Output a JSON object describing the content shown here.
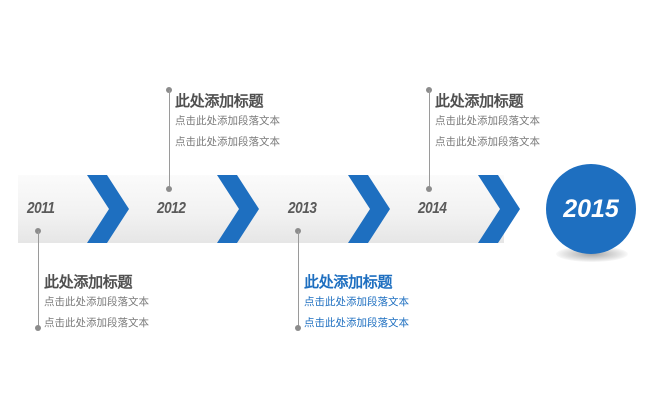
{
  "timeline": {
    "years": [
      "2011",
      "2012",
      "2013",
      "2014"
    ],
    "final_year": "2015",
    "accent_color": "#1e6fc0",
    "text_color": "#505050"
  },
  "items": [
    {
      "year": "2011",
      "position": "below",
      "title": "此处添加标题",
      "lines": [
        "点击此处添加段落文本",
        "点击此处添加段落文本"
      ],
      "highlight": false
    },
    {
      "year": "2012",
      "position": "above",
      "title": "此处添加标题",
      "lines": [
        "点击此处添加段落文本",
        "点击此处添加段落文本"
      ],
      "highlight": false
    },
    {
      "year": "2013",
      "position": "below",
      "title": "此处添加标题",
      "lines": [
        "点击此处添加段落文本",
        "点击此处添加段落文本"
      ],
      "highlight": true
    },
    {
      "year": "2014",
      "position": "above",
      "title": "此处添加标题",
      "lines": [
        "点击此处添加段落文本",
        "点击此处添加段落文本"
      ],
      "highlight": false
    }
  ]
}
